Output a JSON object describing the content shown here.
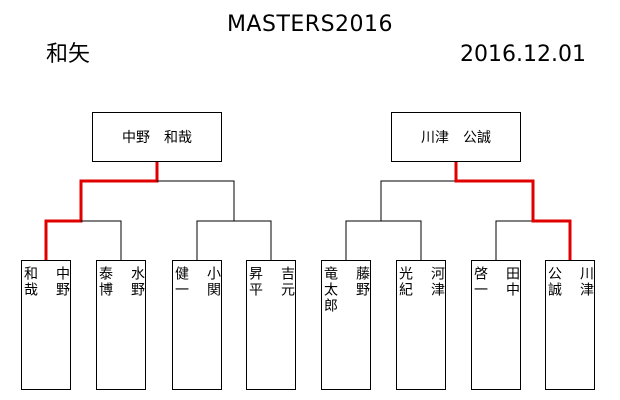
{
  "header": {
    "title": "MASTERS2016",
    "venue": "和矢",
    "date": "2016.12.01"
  },
  "colors": {
    "line": "#000000",
    "winner_path": "#e00000"
  },
  "brackets": [
    {
      "winner": "中野　和哉",
      "winner_side": "left",
      "semis": [
        {
          "winner_side": "left",
          "players": [
            "中野\n\n和哉",
            "水野\n\n泰博"
          ]
        },
        {
          "winner_side": "right",
          "players": [
            "小関\n\n健一",
            "吉元\n\n昇平"
          ]
        }
      ]
    },
    {
      "winner": "川津　公誠",
      "winner_side": "right",
      "semis": [
        {
          "winner_side": "right",
          "players": [
            "藤野\n\n竜太郎",
            "河津\n\n光紀"
          ]
        },
        {
          "winner_side": "right",
          "players": [
            "田中\n\n啓一",
            "川津\n\n公誠"
          ]
        }
      ]
    }
  ]
}
